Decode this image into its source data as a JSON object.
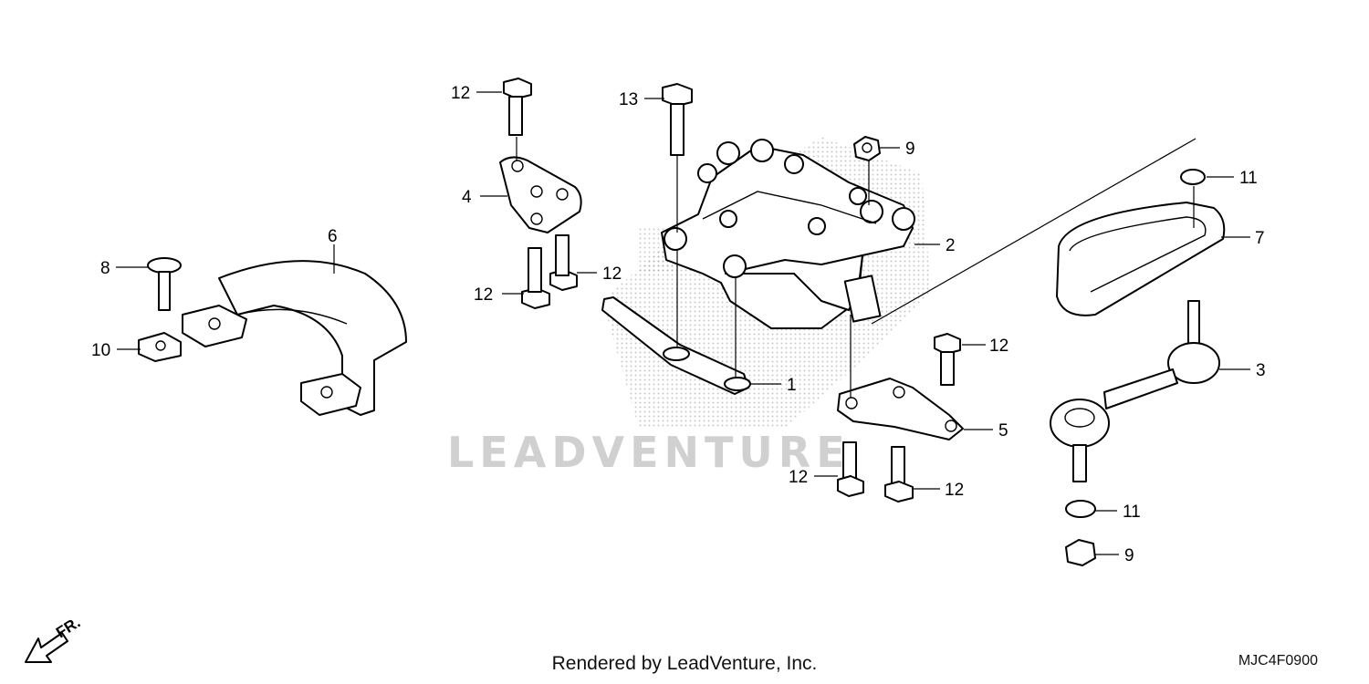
{
  "watermark": {
    "brand": "LEADVENTURE"
  },
  "footer": {
    "rendered_by": "Rendered by LeadVenture, Inc."
  },
  "diagram_code": "MJC4F0900",
  "direction_marker": {
    "label": "FR.",
    "icon": "front-arrow-icon"
  },
  "callouts": [
    {
      "id": "c12a",
      "text": "12"
    },
    {
      "id": "c13",
      "text": "13"
    },
    {
      "id": "c9a",
      "text": "9"
    },
    {
      "id": "c4",
      "text": "4"
    },
    {
      "id": "c12b",
      "text": "12"
    },
    {
      "id": "c12c",
      "text": "12"
    },
    {
      "id": "c6",
      "text": "6"
    },
    {
      "id": "c8",
      "text": "8"
    },
    {
      "id": "c10",
      "text": "10"
    },
    {
      "id": "c2",
      "text": "2"
    },
    {
      "id": "c1",
      "text": "1"
    },
    {
      "id": "c11a",
      "text": "11"
    },
    {
      "id": "c7",
      "text": "7"
    },
    {
      "id": "c3",
      "text": "3"
    },
    {
      "id": "c12d",
      "text": "12"
    },
    {
      "id": "c5",
      "text": "5"
    },
    {
      "id": "c12e",
      "text": "12"
    },
    {
      "id": "c12f",
      "text": "12"
    },
    {
      "id": "c11b",
      "text": "11"
    },
    {
      "id": "c9b",
      "text": "9"
    }
  ]
}
